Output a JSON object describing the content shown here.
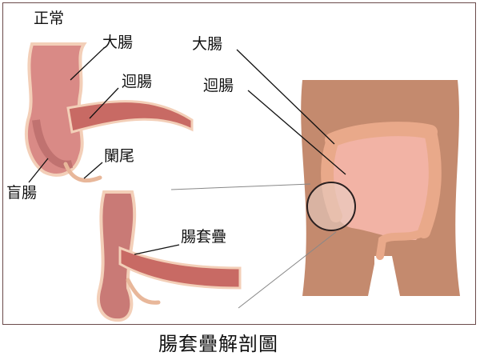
{
  "diagram": {
    "title": "腸套疊解剖圖",
    "panels": {
      "normal": {
        "heading": "正常",
        "labels": {
          "large_intestine": "大腸",
          "ileum": "迴腸",
          "appendix": "闌尾",
          "cecum": "盲腸"
        }
      },
      "intussusception": {
        "label": "腸套疊"
      },
      "torso": {
        "labels": {
          "large_intestine": "大腸",
          "ileum": "迴腸"
        }
      }
    },
    "colors": {
      "intestine": "#d98a86",
      "intestine_dark": "#a85a5a",
      "intestine_edge": "#f3cfb8",
      "skin": "#c48a6e",
      "colon": "#e9a98a",
      "border": "#6b4a4a"
    }
  }
}
